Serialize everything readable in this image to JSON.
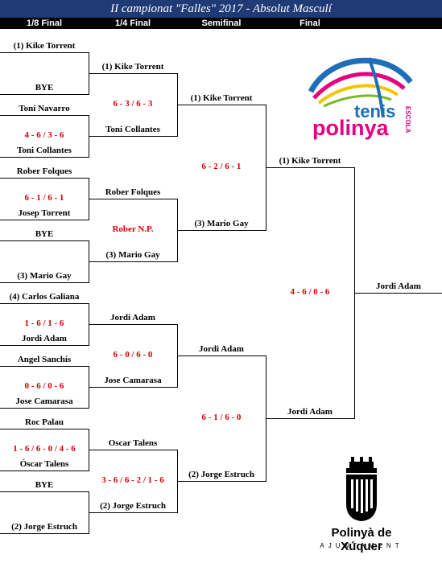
{
  "title": "II campionat \"Falles\" 2017 - Absolut Masculí",
  "rounds": [
    "1/8 Final",
    "1/4 Final",
    "Semifinal",
    "Final"
  ],
  "r16": [
    {
      "p1": "(1) Kike Torrent",
      "p2": "BYE",
      "score": ""
    },
    {
      "p1": "Toni Navarro",
      "p2": "Toni Collantes",
      "score": "4 - 6 / 3 - 6"
    },
    {
      "p1": "Rober Folques",
      "p2": "Josep Torrent",
      "score": "6 - 1 / 6 - 1"
    },
    {
      "p1": "BYE",
      "p2": "(3) Mario Gay",
      "score": ""
    },
    {
      "p1": "(4) Carlos Galiana",
      "p2": "Jordi Adam",
      "score": "1 - 6 / 1 - 6"
    },
    {
      "p1": "Angel Sanchís",
      "p2": "Jose Camarasa",
      "score": "0 - 6 / 0 - 6"
    },
    {
      "p1": "Roc Palau",
      "p2": "Óscar Talens",
      "score": "1 - 6 / 6 - 0 / 4 - 6"
    },
    {
      "p1": "BYE",
      "p2": "(2) Jorge Estruch",
      "score": ""
    }
  ],
  "qf": [
    {
      "p1": "(1) Kike Torrent",
      "p2": "Toni Collantes",
      "score": "6 - 3 / 6 - 3"
    },
    {
      "p1": "Rober Folques",
      "p2": "(3) Mario Gay",
      "score": "Rober N.P."
    },
    {
      "p1": "Jordi Adam",
      "p2": "Jose Camarasa",
      "score": "6 - 0 / 6 - 0"
    },
    {
      "p1": "Oscar Talens",
      "p2": "(2) Jorge Estruch",
      "score": "3 - 6 / 6 - 2 / 1 - 6"
    }
  ],
  "sf": [
    {
      "p1": "(1) Kike Torrent",
      "p2": "(3) Mario Gay",
      "score": "6 - 2 / 6 - 1"
    },
    {
      "p1": "Jordi Adam",
      "p2": "(2) Jorge Estruch",
      "score": "6 - 1 / 6 - 0"
    }
  ],
  "final": {
    "p1": "(1) Kike Torrent",
    "p2": "Jordi Adam",
    "score": "4 - 6 / 0 - 6"
  },
  "champion": "Jordi Adam",
  "logo_tenis": {
    "word1": "tenis",
    "word2": "polinya",
    "word3": "ESCOLA"
  },
  "logo_town": {
    "name": "Polinyà de Xúquer",
    "sub": "AJUNTAMENT"
  },
  "colors": {
    "title_bg": "#1f3a74",
    "score": "#d40000",
    "tenis_blue": "#1e6fb8",
    "tenis_pink": "#e6007e",
    "tenis_yellow": "#f2c500"
  }
}
